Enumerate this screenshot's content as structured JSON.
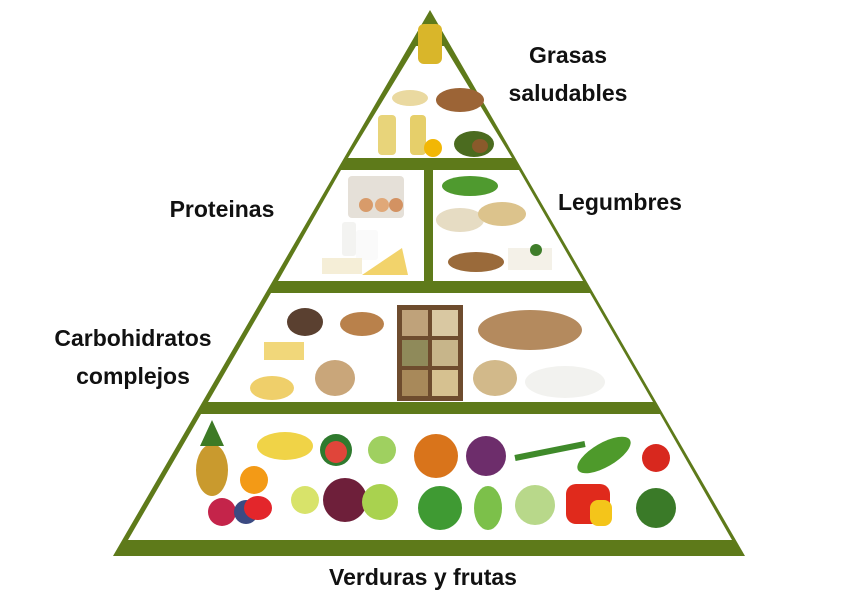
{
  "title": "Pirámide alimenticia",
  "colors": {
    "frame": "#5e7a1a",
    "background": "#ffffff"
  },
  "tiers": [
    {
      "id": "grasas",
      "label_lines": [
        "Grasas",
        "saludables"
      ],
      "foods": [
        "olive-oil",
        "nuts",
        "oil-bottles",
        "sunflower",
        "avocado"
      ]
    },
    {
      "id": "proteinas",
      "label_lines": [
        "Proteinas"
      ],
      "foods": [
        "eggs",
        "milk",
        "cheese"
      ]
    },
    {
      "id": "legumbres",
      "label_lines": [
        "Legumbres"
      ],
      "foods": [
        "peas",
        "beans",
        "chickpeas",
        "lentils",
        "tofu"
      ]
    },
    {
      "id": "carbohidratos",
      "label_lines": [
        "Carbohidratos",
        "complejos"
      ],
      "foods": [
        "bread",
        "pasta",
        "grains",
        "potatoes",
        "flour"
      ]
    },
    {
      "id": "verduras",
      "label_lines": [
        "Verduras y frutas"
      ],
      "foods": [
        "pineapple",
        "bananas",
        "watermelon",
        "pumpkin",
        "cabbage",
        "green-beans",
        "cucumber",
        "tomato",
        "berries",
        "grapes",
        "lettuce",
        "peppers",
        "broccoli"
      ]
    }
  ]
}
